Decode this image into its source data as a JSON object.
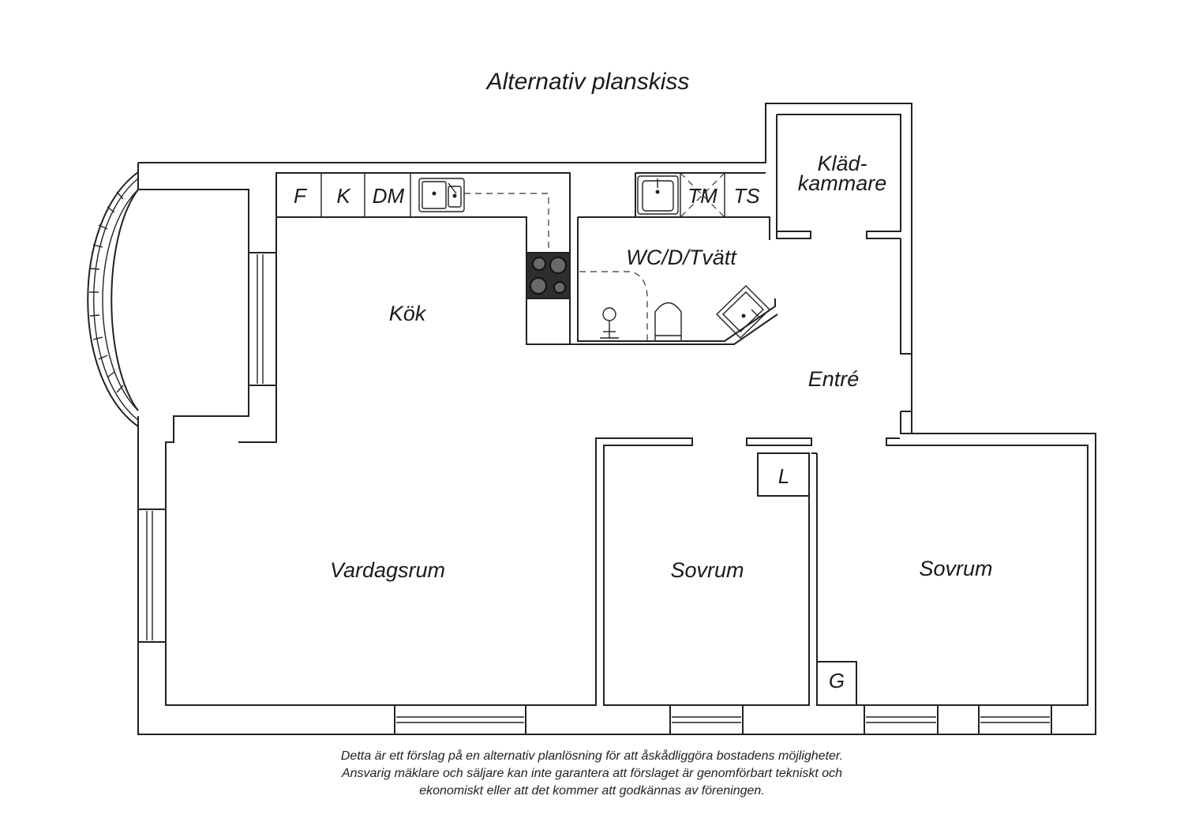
{
  "title": "Alternativ planskiss",
  "rooms": {
    "kok": "Kök",
    "vardagsrum": "Vardagsrum",
    "wc": "WC/D/Tvätt",
    "entre": "Entré",
    "sovrum1": "Sovrum",
    "sovrum2": "Sovrum",
    "kladkammare_1": "Kläd-",
    "kladkammare_2": "kammare"
  },
  "fixtures": {
    "f": "F",
    "k": "K",
    "dm": "DM",
    "tm": "TM",
    "ts": "TS",
    "l": "L",
    "g": "G"
  },
  "disclaimer": [
    "Detta är ett förslag på en alternativ planlösning för att åskådliggöra bostadens möjligheter.",
    "Ansvarig mäklare och säljare kan inte garantera att förslaget är genomförbart tekniskt och",
    "ekonomiskt eller att det kommer att godkännas av föreningen."
  ]
}
